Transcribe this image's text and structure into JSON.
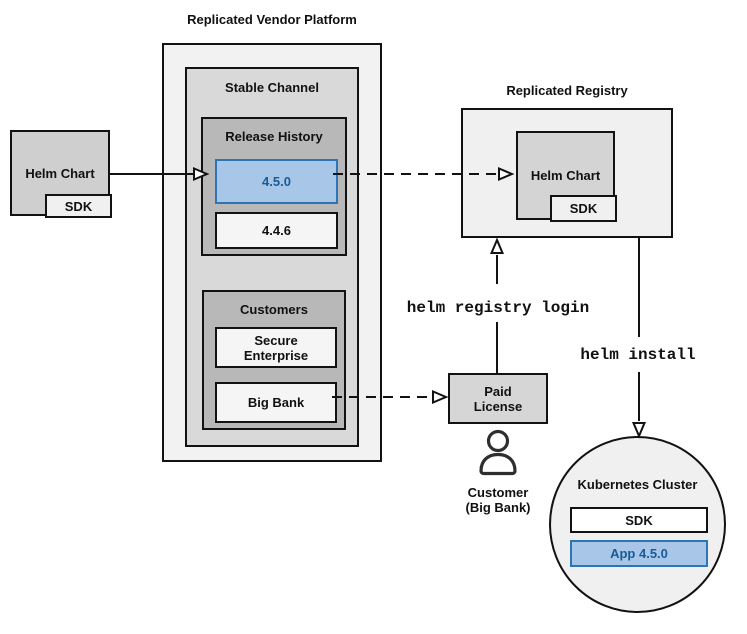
{
  "colors": {
    "highlight_fill": "#a8c7e8",
    "highlight_border": "#2e75b6",
    "highlight_text": "#1a5a96",
    "box_border": "#121212"
  },
  "helm_chart_source": {
    "label": "Helm Chart",
    "sdk": "SDK"
  },
  "vendor_platform": {
    "title": "Replicated Vendor Platform",
    "stable_channel": {
      "title": "Stable Channel",
      "release_history": {
        "title": "Release History",
        "releases": [
          {
            "version": "4.5.0",
            "highlighted": true
          },
          {
            "version": "4.4.6",
            "highlighted": false
          }
        ]
      },
      "customers": {
        "title": "Customers",
        "items": [
          {
            "name": "Secure Enterprise"
          },
          {
            "name": "Big Bank"
          }
        ]
      }
    }
  },
  "registry": {
    "title": "Replicated Registry",
    "helm_chart": "Helm Chart",
    "sdk": "SDK"
  },
  "paid_license": {
    "label": "Paid License"
  },
  "customer": {
    "line1": "Customer",
    "line2": "(Big Bank)"
  },
  "commands": {
    "registry_login": "helm registry login",
    "install": "helm install"
  },
  "kubernetes_cluster": {
    "title": "Kubernetes Cluster",
    "sdk": "SDK",
    "app": "App 4.5.0"
  },
  "icons": {
    "customer_icon": "person-icon"
  }
}
